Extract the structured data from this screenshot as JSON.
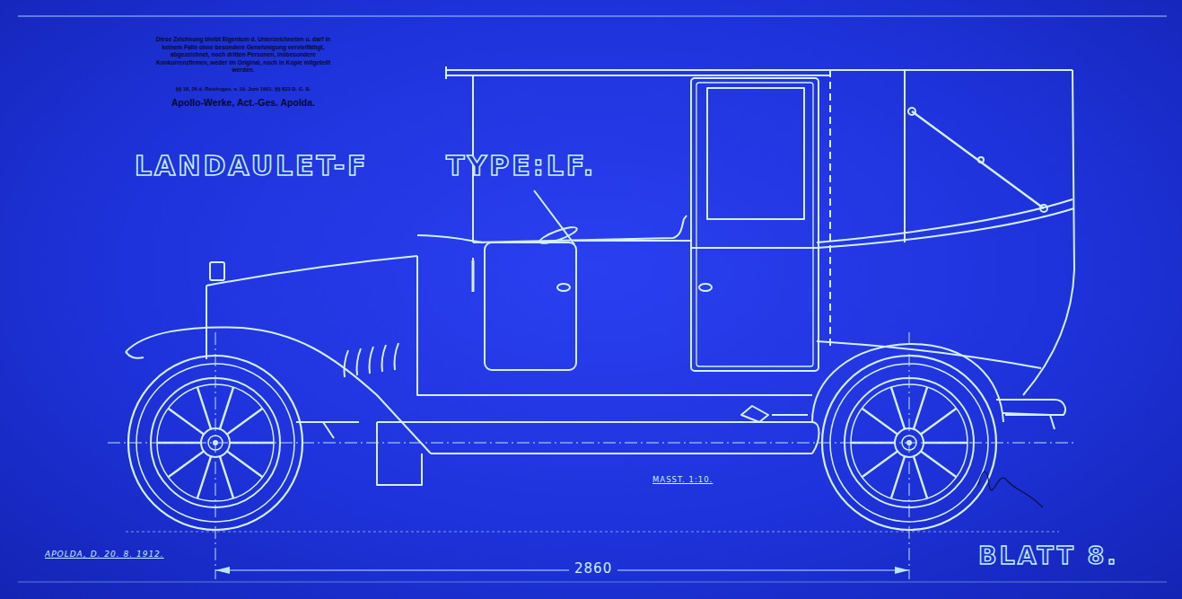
{
  "diagram": {
    "title": "LANDAULET-F",
    "labels": [
      "Diese Zeichnung bleibt Eigentum d. Unterzeichneten u. darf in keinem Falle ohne besondere Genehmigung vervielfältigt, abgezeichnet, noch dritten Personen, insbesondere Konkurrenzfirmen, weder im Original, noch in Kopie mitgeteilt werden.",
      "§§ 18, 26 d. Reichsges. v. 19. Juni 1901, §§ 823 B. G. B.",
      "Apollo-Werke, Act.-Ges. Apolda.",
      "TYPE:LF.",
      "MASST. 1:10.",
      "APOLDA, D. 20. 8. 1912.",
      "2860",
      "BLATT 8."
    ]
  }
}
